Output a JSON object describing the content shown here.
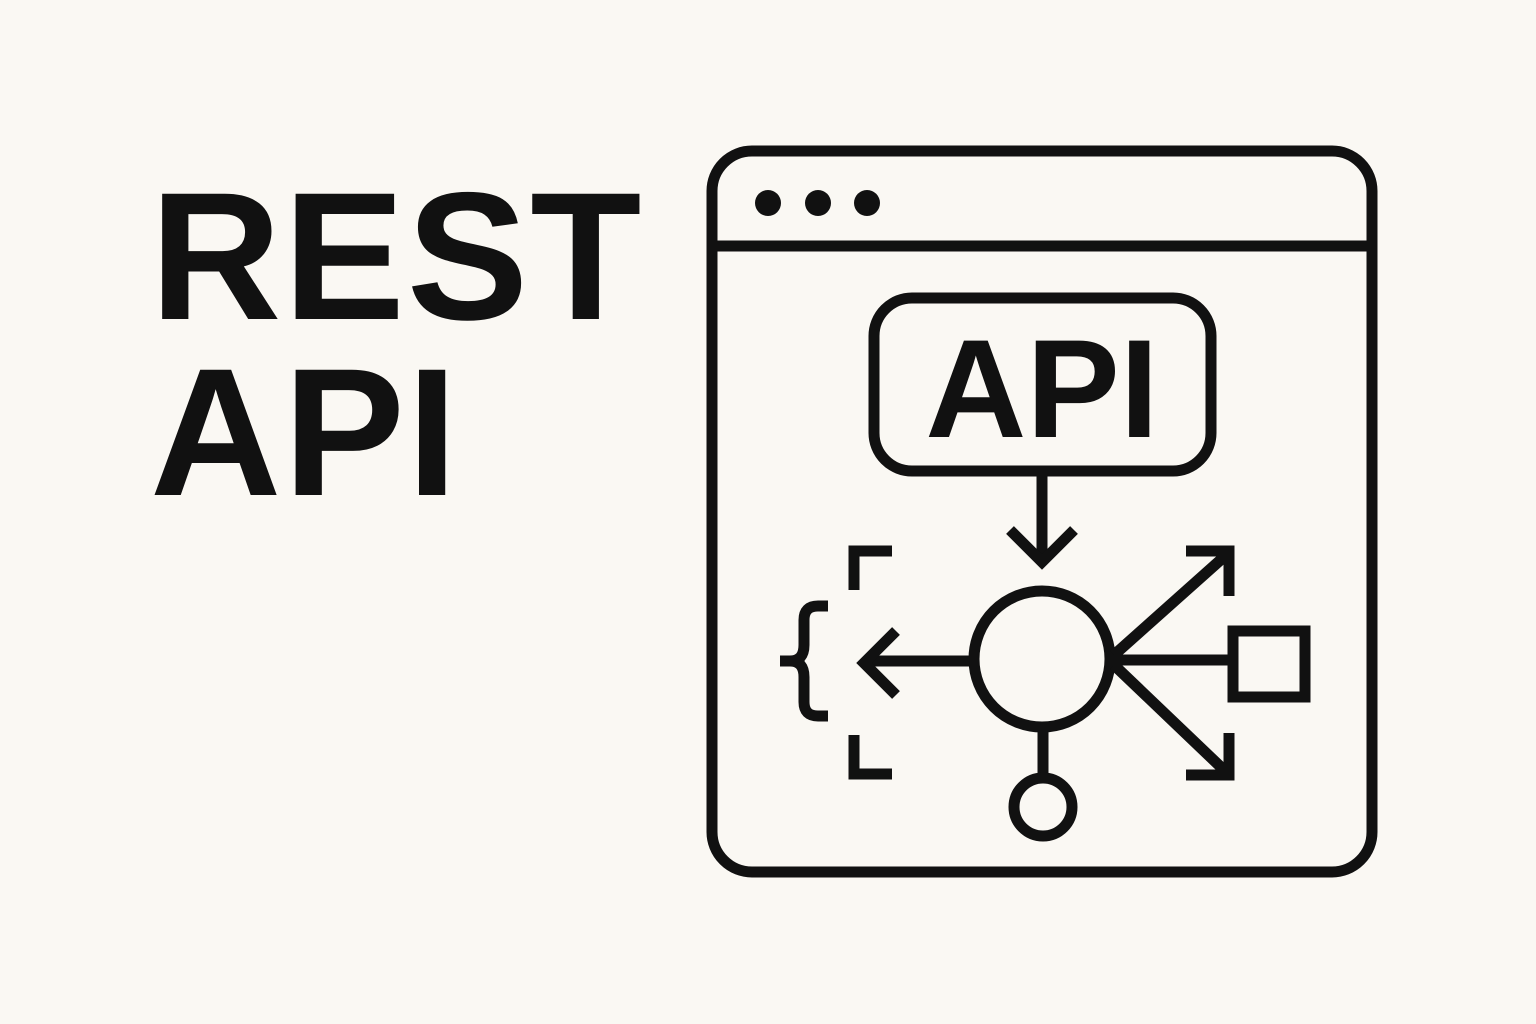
{
  "title": {
    "line1": "REST",
    "line2": "API"
  },
  "diagram": {
    "api_box_label": "API",
    "icons": {
      "window_dots": "window-control-dots-icon",
      "brace": "curly-brace-icon",
      "hub": "hub-circle-icon",
      "square": "square-node-icon",
      "small_circle": "small-circle-node-icon"
    },
    "colors": {
      "background": "#faf8f3",
      "ink": "#111111"
    }
  }
}
